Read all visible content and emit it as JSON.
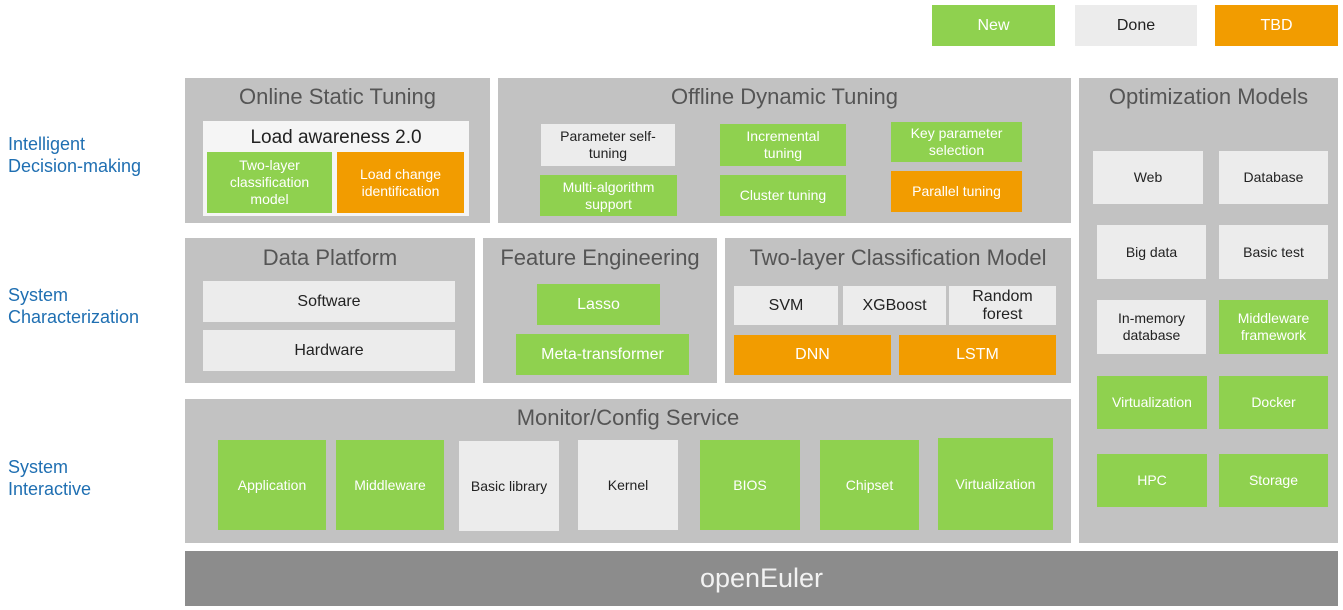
{
  "legend": {
    "new": "New",
    "done": "Done",
    "tbd": "TBD"
  },
  "colors": {
    "new": "#8fd14f",
    "done": "#ececec",
    "tbd": "#f29c00",
    "panel": "#c2c2c2",
    "base": "#8c8c8c",
    "side_label": "#1f6fb2"
  },
  "side_labels": {
    "decision": [
      "Intelligent",
      "Decision-making"
    ],
    "characterization": [
      "System",
      "Characterization"
    ],
    "interactive": [
      "System",
      "Interactive"
    ]
  },
  "online_static": {
    "title": "Online Static Tuning",
    "load_awareness": "Load awareness 2.0",
    "two_layer": "Two-layer classification model",
    "load_change": "Load change identification"
  },
  "offline_dynamic": {
    "title": "Offline Dynamic Tuning",
    "param_self": "Parameter self-tuning",
    "incremental": "Incremental tuning",
    "key_param": "Key parameter selection",
    "multi_algo": "Multi-algorithm support",
    "cluster": "Cluster tuning",
    "parallel": "Parallel tuning"
  },
  "data_platform": {
    "title": "Data Platform",
    "software": "Software",
    "hardware": "Hardware"
  },
  "feature_engineering": {
    "title": "Feature Engineering",
    "lasso": "Lasso",
    "meta": "Meta-transformer"
  },
  "classification": {
    "title": "Two-layer Classification Model",
    "svm": "SVM",
    "xgboost": "XGBoost",
    "random_forest": "Random forest",
    "dnn": "DNN",
    "lstm": "LSTM"
  },
  "monitor": {
    "title": "Monitor/Config Service",
    "items": [
      "Application",
      "Middleware",
      "Basic library",
      "Kernel",
      "BIOS",
      "Chipset",
      "Virtualization"
    ]
  },
  "optimization": {
    "title": "Optimization Models",
    "items": [
      "Web",
      "Database",
      "Big data",
      "Basic test",
      "In-memory database",
      "Middleware framework",
      "Virtualization",
      "Docker",
      "HPC",
      "Storage"
    ]
  },
  "base": {
    "label": "openEuler"
  }
}
